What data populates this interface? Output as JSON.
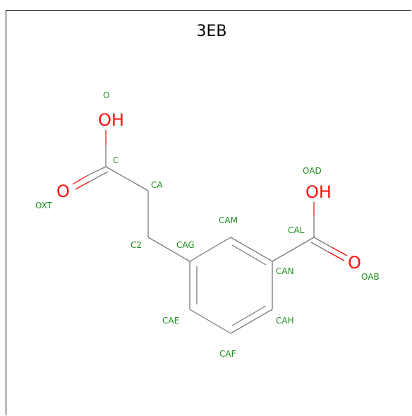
{
  "title": "3EB",
  "colors": {
    "bond": "#7a7a7a",
    "oxygen": "#ff0d0d",
    "atom_label": "#1f8f1f"
  },
  "hetero_labels": {
    "oh_top": "OH",
    "o_left": "O",
    "oh_right": "OH",
    "o_right": "O"
  },
  "atom_labels": {
    "O": "O",
    "C": "C",
    "OXT": "OXT",
    "CA": "CA",
    "C2": "C2",
    "CAG": "CAG",
    "CAM": "CAM",
    "CAL": "CAL",
    "OAD": "OAD",
    "CAN": "CAN",
    "OAB": "OAB",
    "CAE": "CAE",
    "CAH": "CAH",
    "CAF": "CAF"
  }
}
